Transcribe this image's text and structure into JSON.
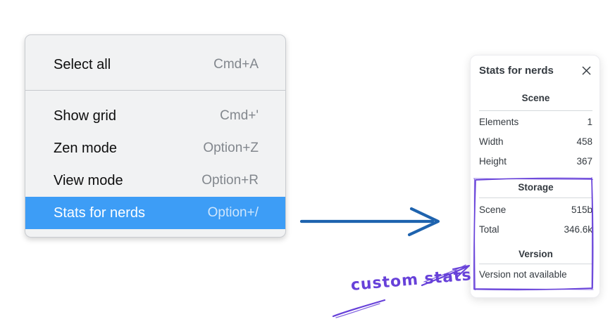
{
  "context_menu": {
    "items": [
      {
        "label": "Select all",
        "shortcut": "Cmd+A"
      },
      {
        "label": "Show grid",
        "shortcut": "Cmd+'"
      },
      {
        "label": "Zen mode",
        "shortcut": "Option+Z"
      },
      {
        "label": "View mode",
        "shortcut": "Option+R"
      },
      {
        "label": "Stats for nerds",
        "shortcut": "Option+/"
      }
    ],
    "selected_index": 4
  },
  "stats_panel": {
    "title": "Stats for nerds",
    "scene": {
      "header": "Scene",
      "rows": [
        {
          "label": "Elements",
          "value": "1"
        },
        {
          "label": "Width",
          "value": "458"
        },
        {
          "label": "Height",
          "value": "367"
        }
      ]
    },
    "storage": {
      "header": "Storage",
      "rows": [
        {
          "label": "Scene",
          "value": "515b"
        },
        {
          "label": "Total",
          "value": "346.6k"
        }
      ]
    },
    "version": {
      "header": "Version",
      "note": "Version not available"
    }
  },
  "annotation": {
    "label": "custom stats"
  },
  "colors": {
    "menu_highlight": "#3d9df6",
    "pointer_arrow": "#1e63ae",
    "annotation_purple": "#6741d9"
  }
}
